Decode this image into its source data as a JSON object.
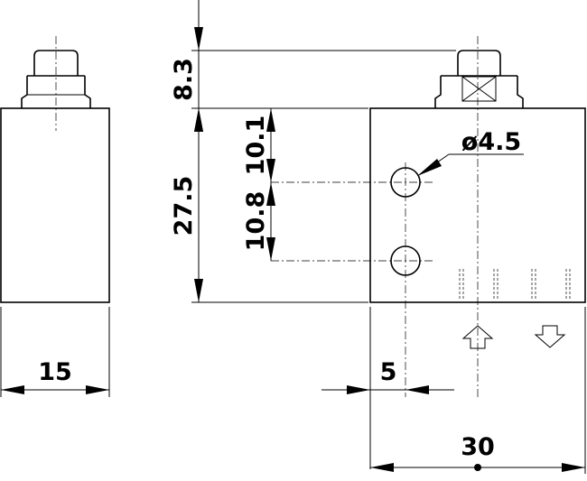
{
  "dimensions": {
    "plunger_height": "8.3",
    "body_height": "27.5",
    "hole_top_offset": "10.1",
    "hole_spacing": "10.8",
    "hole_diameter": "ø4.5",
    "side_width": "15",
    "hole_edge_offset": "5",
    "body_width": "30"
  }
}
